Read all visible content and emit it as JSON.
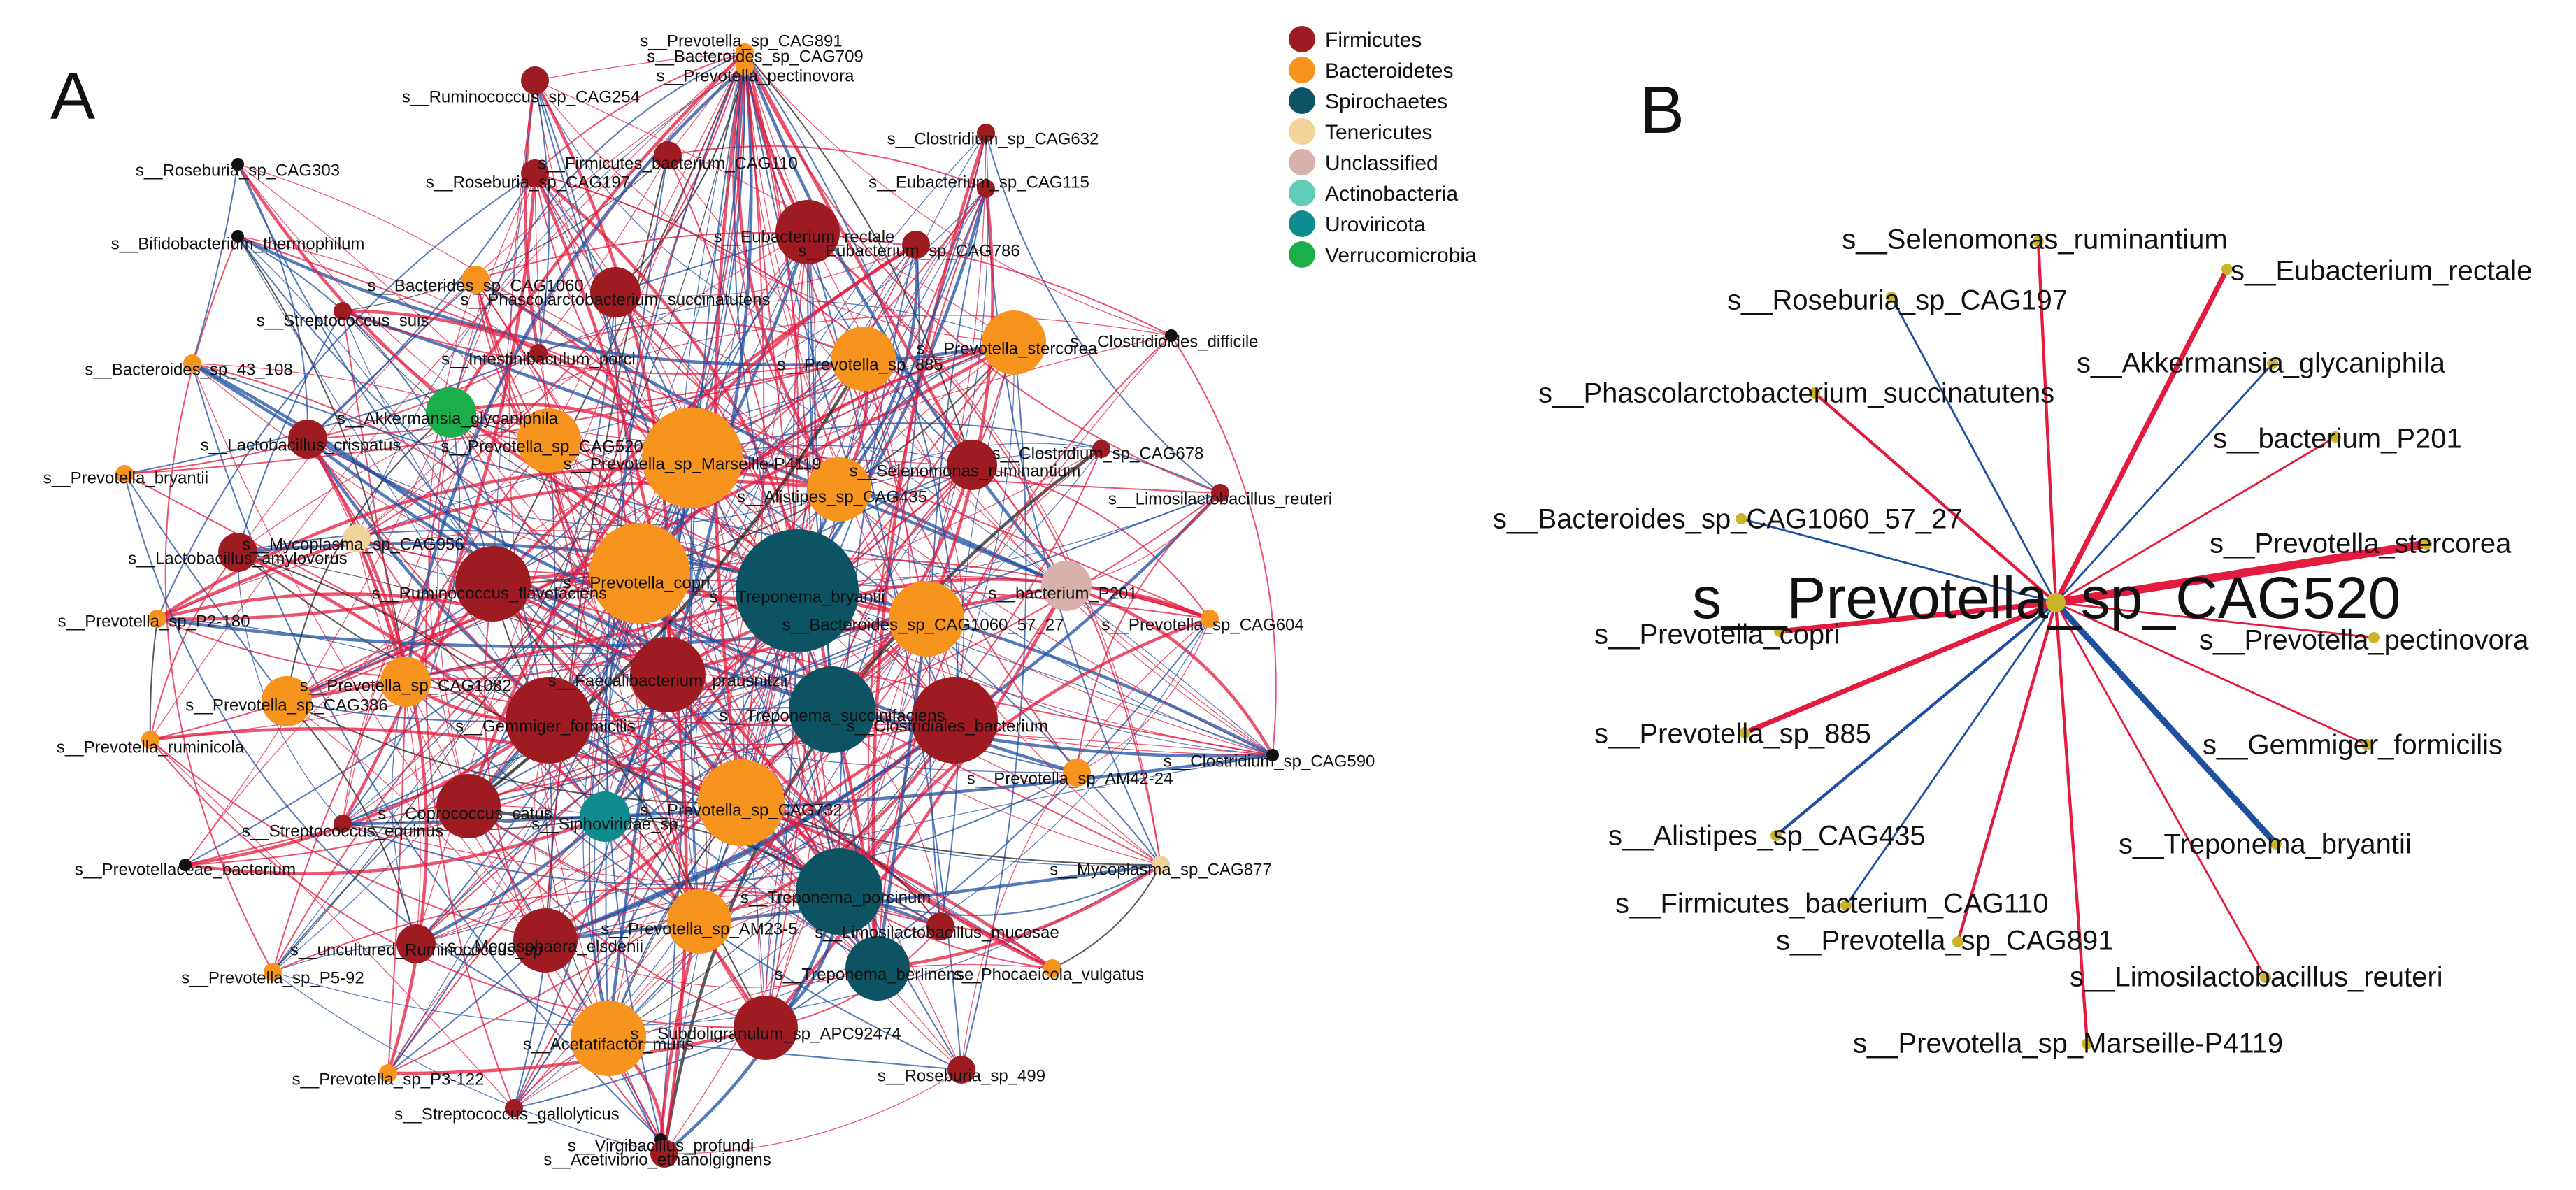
{
  "panels": {
    "a_letter": "A",
    "b_letter": "B"
  },
  "legend": [
    {
      "label": "Firmicutes",
      "color": "#9E1B22"
    },
    {
      "label": "Bacteroidetes",
      "color": "#F7941D"
    },
    {
      "label": "Spirochaetes",
      "color": "#0C5364"
    },
    {
      "label": "Tenericutes",
      "color": "#F2D49B"
    },
    {
      "label": "Unclassified",
      "color": "#D9B1AC"
    },
    {
      "label": "Actinobacteria",
      "color": "#5FCDB8"
    },
    {
      "label": "Uroviricota",
      "color": "#0F8C8F"
    },
    {
      "label": "Verrucomicrobia",
      "color": "#1BAF4B"
    }
  ],
  "edge_colors": {
    "positive": "#E31B3F",
    "negative": "#1F4FA0",
    "other": "#222222"
  },
  "network_a": {
    "nodes": [
      {
        "id": "s__Prevotella_sp_CAG891",
        "phylum": "Bacteroidetes",
        "size": 1
      },
      {
        "id": "s__Bacteroides_sp_CAG709",
        "phylum": "Bacteroidetes",
        "size": 1
      },
      {
        "id": "s__Prevotella_pectinovora",
        "phylum": "Bacteroidetes",
        "size": 1
      },
      {
        "id": "s__Ruminococcus_sp_CAG254",
        "phylum": "Firmicutes",
        "size": 2
      },
      {
        "id": "s__Clostridium_sp_CAG632",
        "phylum": "Firmicutes",
        "size": 1
      },
      {
        "id": "s__Roseburia_sp_CAG303",
        "phylum": "Firmicutes",
        "size": 0
      },
      {
        "id": "s__Firmicutes_bacterium_CAG110",
        "phylum": "Firmicutes",
        "size": 2
      },
      {
        "id": "s__Roseburia_sp_CAG197",
        "phylum": "Firmicutes",
        "size": 2
      },
      {
        "id": "s__Eubacterium_sp_CAG115",
        "phylum": "Firmicutes",
        "size": 1
      },
      {
        "id": "s__Bifidobacterium_thermophilum",
        "phylum": "Actinobacteria",
        "size": 0
      },
      {
        "id": "s__Eubacterium_rectale",
        "phylum": "Firmicutes",
        "size": 5
      },
      {
        "id": "s__Eubacterium_sp_CAG786",
        "phylum": "Firmicutes",
        "size": 2
      },
      {
        "id": "s__Bacterides_sp_CAG1060",
        "phylum": "Bacteroidetes",
        "size": 2
      },
      {
        "id": "s__Phascolarctobacterium_succinatutens",
        "phylum": "Firmicutes",
        "size": 4
      },
      {
        "id": "s__Streptococcus_suis",
        "phylum": "Firmicutes",
        "size": 1
      },
      {
        "id": "s__Clostridioides_difficile",
        "phylum": "Firmicutes",
        "size": 0
      },
      {
        "id": "s__Bacteroides_sp_43_108",
        "phylum": "Bacteroidetes",
        "size": 1
      },
      {
        "id": "s__Intestinibaculum_porci",
        "phylum": "Firmicutes",
        "size": 1
      },
      {
        "id": "s__Prevotella_sp_885",
        "phylum": "Bacteroidetes",
        "size": 5
      },
      {
        "id": "s__Prevotella_stercorea",
        "phylum": "Bacteroidetes",
        "size": 5
      },
      {
        "id": "s__Akkermansia_glycaniphila",
        "phylum": "Verrucomicrobia",
        "size": 4
      },
      {
        "id": "s__Lactobacillus_crispatus",
        "phylum": "Firmicutes",
        "size": 3
      },
      {
        "id": "s__Prevotella_sp_CAG520",
        "phylum": "Bacteroidetes",
        "size": 5
      },
      {
        "id": "s__Clostridium_sp_CAG678",
        "phylum": "Firmicutes",
        "size": 1
      },
      {
        "id": "s__Prevotella_sp_Marseille-P4119",
        "phylum": "Bacteroidetes",
        "size": 8
      },
      {
        "id": "s__Selenomonas_ruminantium",
        "phylum": "Firmicutes",
        "size": 4
      },
      {
        "id": "s__Prevotella_bryantii",
        "phylum": "Bacteroidetes",
        "size": 1
      },
      {
        "id": "s__Alistipes_sp_CAG435",
        "phylum": "Bacteroidetes",
        "size": 5
      },
      {
        "id": "s__Limosilactobacillus_reuteri",
        "phylum": "Firmicutes",
        "size": 1
      },
      {
        "id": "s__Mycoplasma_sp_CAG956",
        "phylum": "Tenericutes",
        "size": 2
      },
      {
        "id": "s__Lactobacillus_amylovorus",
        "phylum": "Firmicutes",
        "size": 3
      },
      {
        "id": "s__Prevotella_copri",
        "phylum": "Bacteroidetes",
        "size": 8
      },
      {
        "id": "s__Treponema_bryantii",
        "phylum": "Spirochaetes",
        "size": 10
      },
      {
        "id": "s__bacterium_P201",
        "phylum": "Unclassified",
        "size": 4
      },
      {
        "id": "s__Ruminococcus_flavefaciens",
        "phylum": "Firmicutes",
        "size": 6
      },
      {
        "id": "s__Prevotella_sp_P2-180",
        "phylum": "Bacteroidetes",
        "size": 1
      },
      {
        "id": "s__Bacteroides_sp_CAG1060_57_27",
        "phylum": "Bacteroidetes",
        "size": 6
      },
      {
        "id": "s__Prevotella_sp_CAG604",
        "phylum": "Bacteroidetes",
        "size": 1
      },
      {
        "id": "s__Faecalibacterium_prausnitzii",
        "phylum": "Firmicutes",
        "size": 6
      },
      {
        "id": "s__Prevotella_sp_CAG1082",
        "phylum": "Bacteroidetes",
        "size": 4
      },
      {
        "id": "s__Prevotella_sp_CAG386",
        "phylum": "Bacteroidetes",
        "size": 4
      },
      {
        "id": "s__Treponema_succinifaciens",
        "phylum": "Spirochaetes",
        "size": 7
      },
      {
        "id": "s__Gemmiger_formicilis",
        "phylum": "Firmicutes",
        "size": 7
      },
      {
        "id": "s__Clostridiales_bacterium",
        "phylum": "Firmicutes",
        "size": 7
      },
      {
        "id": "s__Prevotella_ruminicola",
        "phylum": "Bacteroidetes",
        "size": 1
      },
      {
        "id": "s__Clostridium_sp_CAG590",
        "phylum": "Firmicutes",
        "size": 0
      },
      {
        "id": "s__Prevotella_sp_AM42-24",
        "phylum": "Bacteroidetes",
        "size": 2
      },
      {
        "id": "s__Coprococcus_catus",
        "phylum": "Firmicutes",
        "size": 5
      },
      {
        "id": "s__Siphoviridae_sp",
        "phylum": "Uroviricota",
        "size": 4
      },
      {
        "id": "s__Prevotella_sp_CAG732",
        "phylum": "Bacteroidetes",
        "size": 7
      },
      {
        "id": "s__Streptococcus_equinus",
        "phylum": "Firmicutes",
        "size": 1
      },
      {
        "id": "s__Prevotellaceae_bacterium",
        "phylum": "Bacteroidetes",
        "size": 0
      },
      {
        "id": "s__Mycoplasma_sp_CAG877",
        "phylum": "Tenericutes",
        "size": 1
      },
      {
        "id": "s__Treponema_porcinum",
        "phylum": "Spirochaetes",
        "size": 7
      },
      {
        "id": "s__Megasphaera_elsdenii",
        "phylum": "Firmicutes",
        "size": 5
      },
      {
        "id": "s__Prevotella_sp_AM23-5",
        "phylum": "Bacteroidetes",
        "size": 5
      },
      {
        "id": "s__Limosilactobacillus_mucosae",
        "phylum": "Firmicutes",
        "size": 2
      },
      {
        "id": "s__uncultured_Ruminococcus_sp",
        "phylum": "Firmicutes",
        "size": 3
      },
      {
        "id": "s__Treponema_berlinense",
        "phylum": "Spirochaetes",
        "size": 5
      },
      {
        "id": "s__Phocaeicola_vulgatus",
        "phylum": "Bacteroidetes",
        "size": 1
      },
      {
        "id": "s__Prevotella_sp_P5-92",
        "phylum": "Bacteroidetes",
        "size": 1
      },
      {
        "id": "s__Acetatifactor_muris",
        "phylum": "Bacteroidetes",
        "size": 6
      },
      {
        "id": "s__Subdoligranulum_sp_APC92474",
        "phylum": "Firmicutes",
        "size": 5
      },
      {
        "id": "s__Roseburia_sp_499",
        "phylum": "Firmicutes",
        "size": 2
      },
      {
        "id": "s__Prevotella_sp_P3-122",
        "phylum": "Bacteroidetes",
        "size": 1
      },
      {
        "id": "s__Streptococcus_gallolyticus",
        "phylum": "Firmicutes",
        "size": 1
      },
      {
        "id": "s__Virgibacillus_profundi",
        "phylum": "Firmicutes",
        "size": 0
      },
      {
        "id": "s__Acetivibrio_ethanolgignens",
        "phylum": "Firmicutes",
        "size": 2
      }
    ]
  },
  "network_b": {
    "hub": "s__Prevotella_sp_CAG520",
    "neighbors": [
      {
        "label": "s__Selenomonas_ruminantium",
        "sign": "positive",
        "weight": 2
      },
      {
        "label": "s__Eubacterium_rectale",
        "sign": "positive",
        "weight": 4
      },
      {
        "label": "s__Roseburia_sp_CAG197",
        "sign": "negative",
        "weight": 1
      },
      {
        "label": "s__Akkermansia_glycaniphila",
        "sign": "negative",
        "weight": 1
      },
      {
        "label": "s__Phascolarctobacterium_succinatutens",
        "sign": "positive",
        "weight": 2
      },
      {
        "label": "s__bacterium_P201",
        "sign": "positive",
        "weight": 1
      },
      {
        "label": "s__Bacteroides_sp_CAG1060_57_27",
        "sign": "negative",
        "weight": 1
      },
      {
        "label": "s__Prevotella_stercorea",
        "sign": "positive",
        "weight": 7
      },
      {
        "label": "s__Prevotella_copri",
        "sign": "positive",
        "weight": 4
      },
      {
        "label": "s__Prevotella_pectinovora",
        "sign": "positive",
        "weight": 1
      },
      {
        "label": "s__Prevotella_sp_885",
        "sign": "positive",
        "weight": 4
      },
      {
        "label": "s__Gemmiger_formicilis",
        "sign": "positive",
        "weight": 1
      },
      {
        "label": "s__Alistipes_sp_CAG435",
        "sign": "negative",
        "weight": 2
      },
      {
        "label": "s__Treponema_bryantii",
        "sign": "negative",
        "weight": 5
      },
      {
        "label": "s__Firmicutes_bacterium_CAG110",
        "sign": "negative",
        "weight": 1
      },
      {
        "label": "s__Prevotella_sp_CAG891",
        "sign": "positive",
        "weight": 2
      },
      {
        "label": "s__Limosilactobacillus_reuteri",
        "sign": "positive",
        "weight": 1
      },
      {
        "label": "s__Prevotella_sp_Marseille-P4119",
        "sign": "positive",
        "weight": 2
      }
    ]
  }
}
